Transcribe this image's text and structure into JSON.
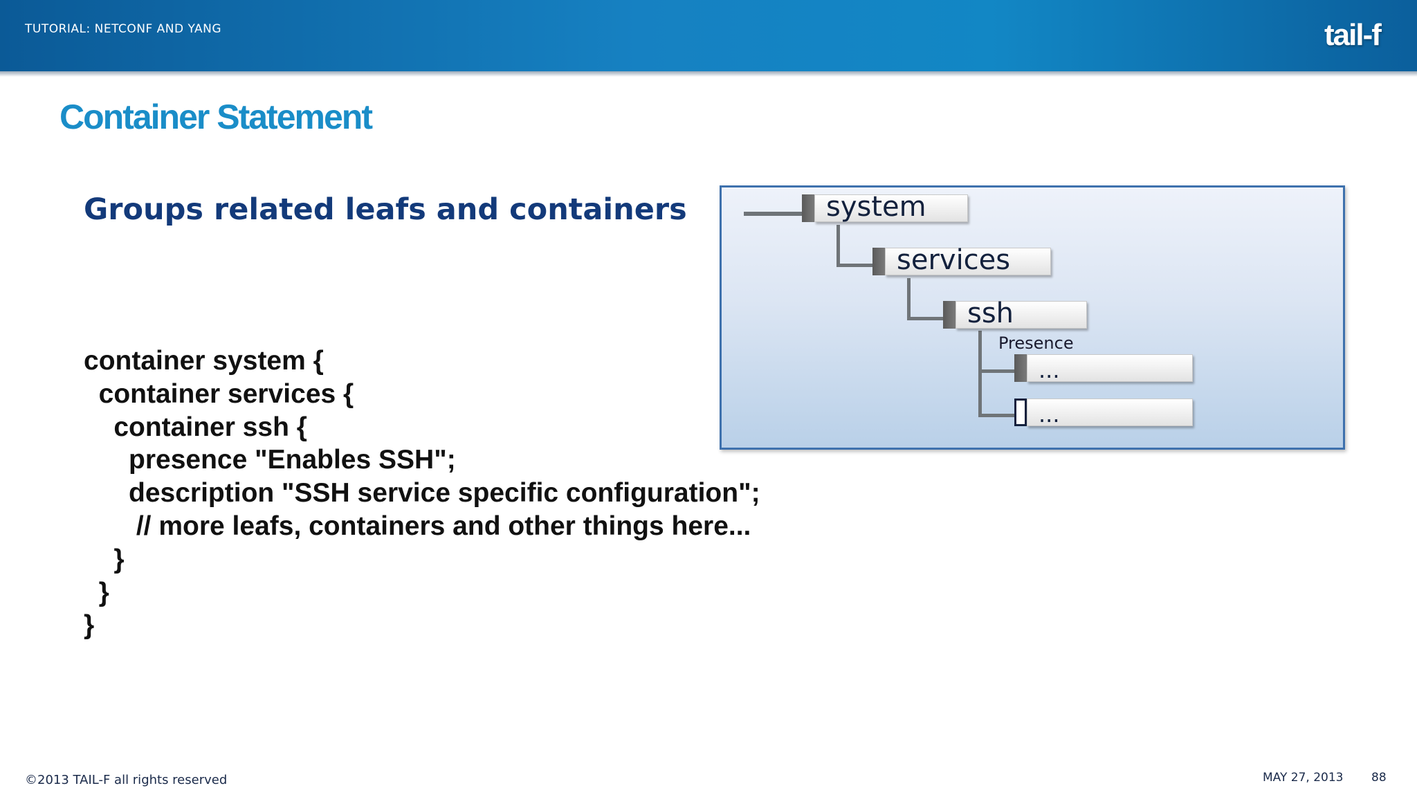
{
  "header": {
    "label": "TUTORIAL: NETCONF AND YANG",
    "logo": "tail-f"
  },
  "slide": {
    "title": "Container Statement",
    "subtitle": "Groups related leafs and containers",
    "code_lines": [
      "container system {",
      "  container services {",
      "    container ssh {",
      "      presence \"Enables SSH\";",
      "      description \"SSH service specific configuration\";",
      "       // more leafs, containers and other things here...",
      "    }",
      "  }",
      "}"
    ]
  },
  "diagram": {
    "nodes": [
      "system",
      "services",
      "ssh",
      "...",
      "..."
    ],
    "presence_label": "Presence"
  },
  "footer": {
    "copyright": "©2013 TAIL-F all rights reserved",
    "date": "MAY 27, 2013",
    "page": "88"
  }
}
